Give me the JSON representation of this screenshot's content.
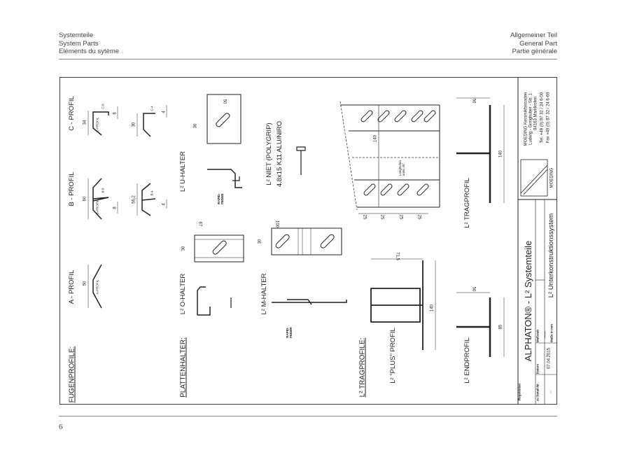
{
  "header": {
    "left": [
      "Systemteile",
      "System Parts",
      "Eléments du sytème"
    ],
    "right": [
      "Allgemeiner Teil",
      "General Part",
      "Partie générale"
    ]
  },
  "page_number": "6",
  "drawing": {
    "sections": {
      "fugenprofile": "FUGENPROFILE:",
      "plattenhalter": "PLATTENHALTER:",
      "tragprofile": "L² TRAGPROFILE:"
    },
    "labels": {
      "a_profil": "A - PROFIL",
      "b_profil": "B - PROFIL",
      "c_profil": "C - PROFIL",
      "o_halter": "L² O-HALTER",
      "u_halter": "L² U-HALTER",
      "m_halter": "L² M-HALTER",
      "niet_1": "L² NIET  (POLYGRIP)",
      "niet_2": "4.8x15 K11  ALU/NIRO",
      "plus_profil": "L² \"PLUS\" PROFIL",
      "endprofil": "L² ENDPROFIL",
      "tragprofil": "L² TRAGPROFIL",
      "rapid_feder": "RAPID-\nFEDER",
      "langloecher": "Langlöcher\nunter 45°",
      "profile_tags": [
        "A-PROFIL",
        "B-PROFIL",
        "C-PROFIL",
        "B-8",
        "B-4",
        "C-8",
        "C-4"
      ]
    },
    "dimensions": {
      "a_width": "50",
      "b_8_width": "60",
      "b_4_width": "56,2",
      "c_8_width": "34",
      "c_4_width": "30",
      "gap_8": "8",
      "gap_4": "4",
      "o_halter_h": "30",
      "o_halter_w": "67",
      "u_halter_h": "30",
      "u_halter_w": "50",
      "m_halter_h": "30",
      "m_halter_w": "100",
      "trag_height": "140",
      "trag_spacing": [
        "25",
        "25",
        "25",
        "25"
      ],
      "tragprofil_w": "50",
      "tragprofil_h": "140",
      "plus_w": "71,5",
      "plus_h": "140",
      "end_w": "50",
      "end_h": "85"
    }
  },
  "title_block": {
    "company": {
      "name": "MOEDING Keramikfassaden",
      "street": "Ludwig - Girnghuber - Str. 1",
      "city": "84163 Marklkofen",
      "tel": "Tel.  +49 (0) 87 32 / 24 6-00",
      "fax": "Fax  +49 (0) 87 32 / 24 6-69",
      "logo_text": "MOEDING"
    },
    "regeldetail_label": "Regeldetail",
    "title": "ALPHATON® - L² Systemteile",
    "subtitle": "L² Unterkonstruktionssystem",
    "zu_detail_label": "zu Detail-Nr.",
    "zu_detail_value": "...",
    "datum_label": "Datum",
    "datum_value": "07.04.2015",
    "massstab_label": "Maßstab",
    "massstab_value": "-----",
    "masse_label": "Maße in mm"
  }
}
